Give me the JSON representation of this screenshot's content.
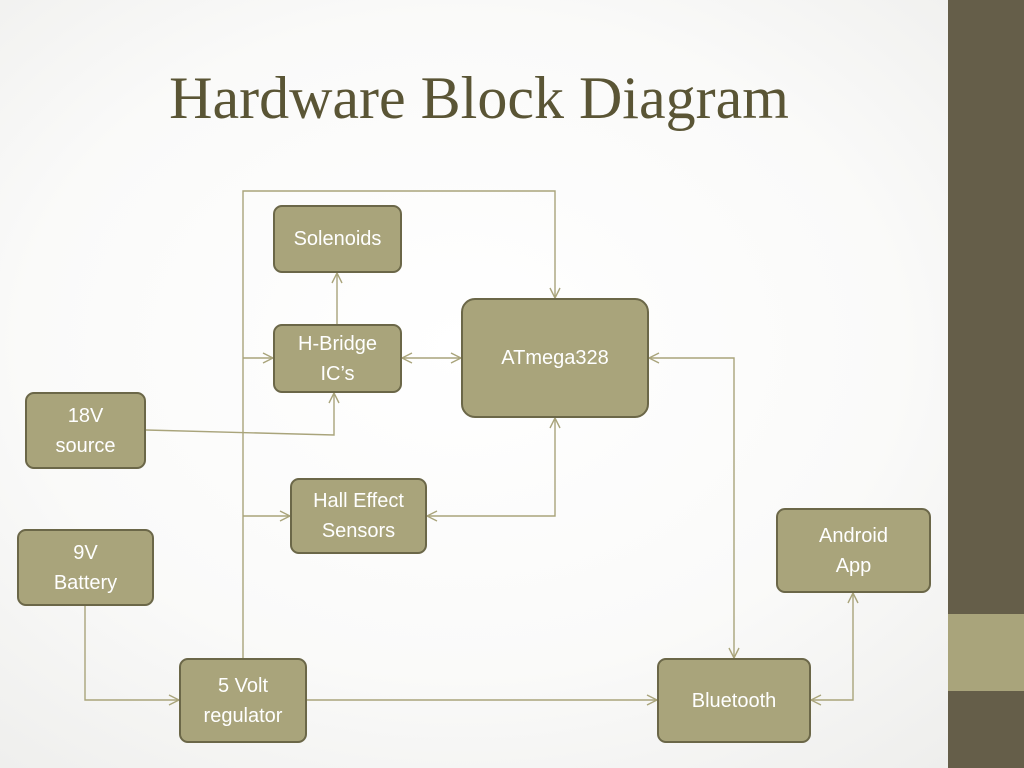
{
  "title": "Hardware Block Diagram",
  "colors": {
    "box_fill": "#a9a47b",
    "box_border": "#6b6748",
    "box_text": "#ffffff",
    "title": "#5a5535",
    "connector": "#a9a47b",
    "sidebar": "#655e49",
    "sidebar_accent": "#a9a47b"
  },
  "blocks": {
    "solenoids": "Solenoids",
    "hbridge": "H-Bridge\nIC’s",
    "atmega": "ATmega328",
    "source18v": "18V\nsource",
    "hall": "Hall Effect\nSensors",
    "battery9v": "9V\nBattery",
    "android": "Android\nApp",
    "regulator": "5 Volt\nregulator",
    "bluetooth": "Bluetooth"
  },
  "connections": [
    {
      "from": "5 Volt regulator",
      "to": "ATmega328",
      "type": "one-way"
    },
    {
      "from": "5 Volt regulator",
      "to": "H-Bridge IC’s",
      "type": "one-way"
    },
    {
      "from": "5 Volt regulator",
      "to": "Hall Effect Sensors",
      "type": "one-way"
    },
    {
      "from": "5 Volt regulator",
      "to": "Bluetooth",
      "type": "one-way"
    },
    {
      "from": "H-Bridge IC’s",
      "to": "Solenoids",
      "type": "one-way"
    },
    {
      "from": "H-Bridge IC’s",
      "to": "ATmega328",
      "type": "two-way"
    },
    {
      "from": "18V source",
      "to": "H-Bridge IC’s",
      "type": "one-way"
    },
    {
      "from": "Hall Effect Sensors",
      "to": "ATmega328",
      "type": "two-way"
    },
    {
      "from": "ATmega328",
      "to": "Bluetooth",
      "type": "two-way"
    },
    {
      "from": "Bluetooth",
      "to": "Android App",
      "type": "two-way"
    },
    {
      "from": "9V Battery",
      "to": "5 Volt regulator",
      "type": "one-way"
    }
  ]
}
